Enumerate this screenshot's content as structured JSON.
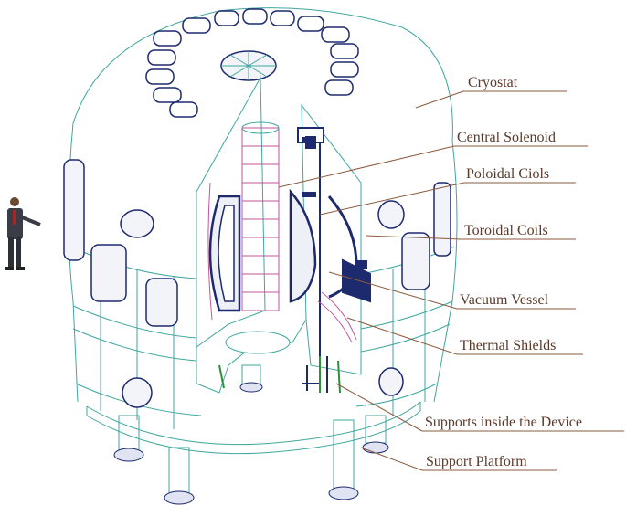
{
  "labels": {
    "cryostat": "Cryostat",
    "central_solenoid": "Central Solenoid",
    "poloidal_coils": "Poloidal Ciols",
    "toroidal_coils": "Toroidal Coils",
    "vacuum_vessel": "Vacuum Vessel",
    "thermal_shields": "Thermal Shields",
    "supports_inside": "Supports inside the Device",
    "support_platform": "Support Platform"
  },
  "colors": {
    "outline": "#3fa7a0",
    "coil_blue": "#1e2a6e",
    "pink": "#c2569a",
    "green": "#2f8f3c",
    "leader": "#8a5a3c",
    "label": "#5a3a2a"
  }
}
